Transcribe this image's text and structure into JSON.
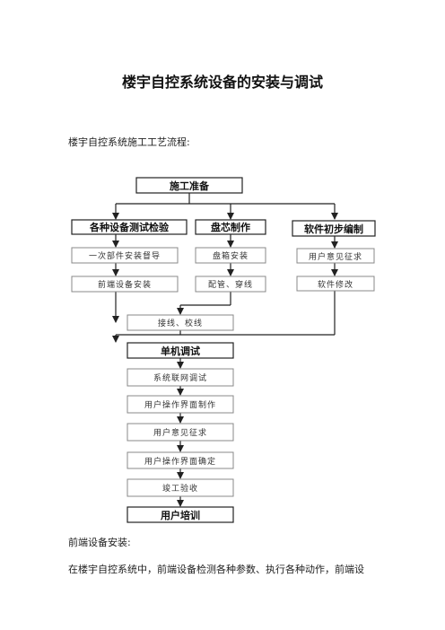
{
  "doc": {
    "title": "楼宇自控系统设备的安装与调试",
    "subheading": "楼宇自控系统施工工艺流程:",
    "section_heading": "前端设备安装:",
    "paragraph": "在楼宇自控系统中，前端设备检测各种参数、执行各种动作，前端设"
  },
  "flow": {
    "prep": "施工准备",
    "col1_head": "各种设备测试检验",
    "col1_step1": "一次部件安装督导",
    "col1_step2": "前端设备安装",
    "col2_head": "盘芯制作",
    "col2_step1": "盘箱安装",
    "col2_step2": "配管、穿线",
    "col3_head": "软件初步编制",
    "col3_step1": "用户意见征求",
    "col3_step2": "软件修改",
    "wiring": "接线、校线",
    "unit_test": "单机调试",
    "network_test": "系统联网调试",
    "ui_make": "用户操作界面制作",
    "opinion": "用户意见征求",
    "ui_confirm": "用户操作界面确定",
    "acceptance": "竣工验收",
    "training": "用户培训"
  }
}
